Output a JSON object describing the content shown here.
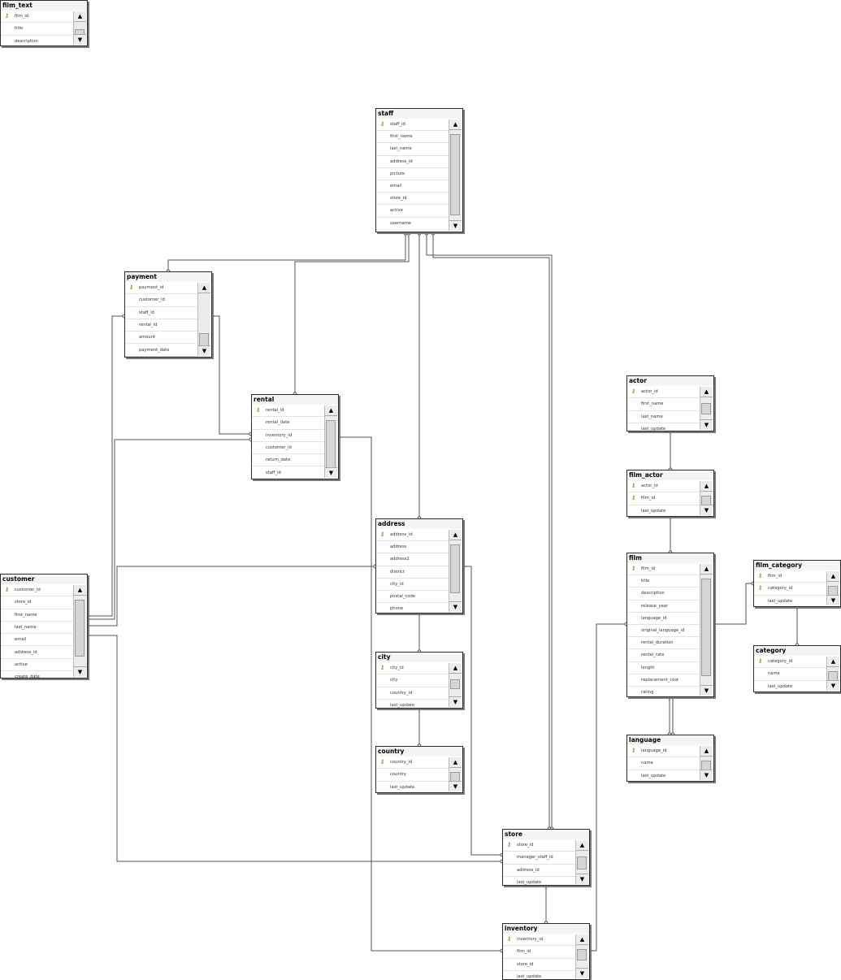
{
  "diagram": {
    "tables": [
      {
        "id": "film_text",
        "name": "film_text",
        "columns": [
          {
            "name": "film_id",
            "pk": true
          },
          {
            "name": "title"
          },
          {
            "name": "description"
          }
        ]
      },
      {
        "id": "staff",
        "name": "staff",
        "columns": [
          {
            "name": "staff_id",
            "pk": true
          },
          {
            "name": "first_name"
          },
          {
            "name": "last_name"
          },
          {
            "name": "address_id"
          },
          {
            "name": "picture"
          },
          {
            "name": "email"
          },
          {
            "name": "store_id"
          },
          {
            "name": "active"
          },
          {
            "name": "username"
          }
        ]
      },
      {
        "id": "payment",
        "name": "payment",
        "columns": [
          {
            "name": "payment_id",
            "pk": true
          },
          {
            "name": "customer_id"
          },
          {
            "name": "staff_id"
          },
          {
            "name": "rental_id"
          },
          {
            "name": "amount"
          },
          {
            "name": "payment_date"
          }
        ]
      },
      {
        "id": "rental",
        "name": "rental",
        "columns": [
          {
            "name": "rental_id",
            "pk": true
          },
          {
            "name": "rental_date"
          },
          {
            "name": "inventory_id"
          },
          {
            "name": "customer_id"
          },
          {
            "name": "return_date"
          },
          {
            "name": "staff_id"
          }
        ]
      },
      {
        "id": "actor",
        "name": "actor",
        "columns": [
          {
            "name": "actor_id",
            "pk": true
          },
          {
            "name": "first_name"
          },
          {
            "name": "last_name"
          },
          {
            "name": "last_update"
          }
        ]
      },
      {
        "id": "film_actor",
        "name": "film_actor",
        "columns": [
          {
            "name": "actor_id",
            "pk": true
          },
          {
            "name": "film_id",
            "pk": true
          },
          {
            "name": "last_update"
          }
        ]
      },
      {
        "id": "address",
        "name": "address",
        "columns": [
          {
            "name": "address_id",
            "pk": true
          },
          {
            "name": "address"
          },
          {
            "name": "address2"
          },
          {
            "name": "district"
          },
          {
            "name": "city_id"
          },
          {
            "name": "postal_code"
          },
          {
            "name": "phone"
          }
        ]
      },
      {
        "id": "film",
        "name": "film",
        "columns": [
          {
            "name": "film_id",
            "pk": true
          },
          {
            "name": "title"
          },
          {
            "name": "description"
          },
          {
            "name": "release_year"
          },
          {
            "name": "language_id"
          },
          {
            "name": "original_language_id"
          },
          {
            "name": "rental_duration"
          },
          {
            "name": "rental_rate"
          },
          {
            "name": "length"
          },
          {
            "name": "replacement_cost"
          },
          {
            "name": "rating"
          }
        ]
      },
      {
        "id": "film_category",
        "name": "film_category",
        "columns": [
          {
            "name": "film_id",
            "pk": true
          },
          {
            "name": "category_id",
            "pk": true
          },
          {
            "name": "last_update"
          }
        ]
      },
      {
        "id": "customer",
        "name": "customer",
        "columns": [
          {
            "name": "customer_id",
            "pk": true
          },
          {
            "name": "store_id"
          },
          {
            "name": "first_name"
          },
          {
            "name": "last_name"
          },
          {
            "name": "email"
          },
          {
            "name": "address_id"
          },
          {
            "name": "active"
          },
          {
            "name": "create_date"
          }
        ]
      },
      {
        "id": "category",
        "name": "category",
        "columns": [
          {
            "name": "category_id",
            "pk": true
          },
          {
            "name": "name"
          },
          {
            "name": "last_update"
          }
        ]
      },
      {
        "id": "city",
        "name": "city",
        "columns": [
          {
            "name": "city_id",
            "pk": true
          },
          {
            "name": "city"
          },
          {
            "name": "country_id"
          },
          {
            "name": "last_update"
          }
        ]
      },
      {
        "id": "language",
        "name": "language",
        "columns": [
          {
            "name": "language_id",
            "pk": true
          },
          {
            "name": "name"
          },
          {
            "name": "last_update"
          }
        ]
      },
      {
        "id": "country",
        "name": "country",
        "columns": [
          {
            "name": "country_id",
            "pk": true
          },
          {
            "name": "country"
          },
          {
            "name": "last_update"
          }
        ]
      },
      {
        "id": "store",
        "name": "store",
        "columns": [
          {
            "name": "store_id",
            "pk": true
          },
          {
            "name": "manager_staff_id"
          },
          {
            "name": "address_id"
          },
          {
            "name": "last_update"
          }
        ]
      },
      {
        "id": "inventory",
        "name": "inventory",
        "columns": [
          {
            "name": "inventory_id",
            "pk": true
          },
          {
            "name": "film_id"
          },
          {
            "name": "store_id"
          },
          {
            "name": "last_update"
          }
        ]
      }
    ],
    "relationships": [
      {
        "from": "staff",
        "to": "payment"
      },
      {
        "from": "staff",
        "to": "rental"
      },
      {
        "from": "address",
        "to": "staff"
      },
      {
        "from": "staff",
        "to": "store"
      },
      {
        "from": "store",
        "to": "staff"
      },
      {
        "from": "rental",
        "to": "payment"
      },
      {
        "from": "customer",
        "to": "payment"
      },
      {
        "from": "customer",
        "to": "rental"
      },
      {
        "from": "inventory",
        "to": "rental"
      },
      {
        "from": "address",
        "to": "customer"
      },
      {
        "from": "store",
        "to": "customer"
      },
      {
        "from": "address",
        "to": "store"
      },
      {
        "from": "city",
        "to": "address"
      },
      {
        "from": "country",
        "to": "city"
      },
      {
        "from": "store",
        "to": "inventory"
      },
      {
        "from": "film",
        "to": "inventory"
      },
      {
        "from": "actor",
        "to": "film_actor"
      },
      {
        "from": "film",
        "to": "film_actor"
      },
      {
        "from": "language",
        "to": "film"
      },
      {
        "from": "language",
        "to": "film"
      },
      {
        "from": "film",
        "to": "film_category"
      },
      {
        "from": "category",
        "to": "film_category"
      }
    ]
  }
}
